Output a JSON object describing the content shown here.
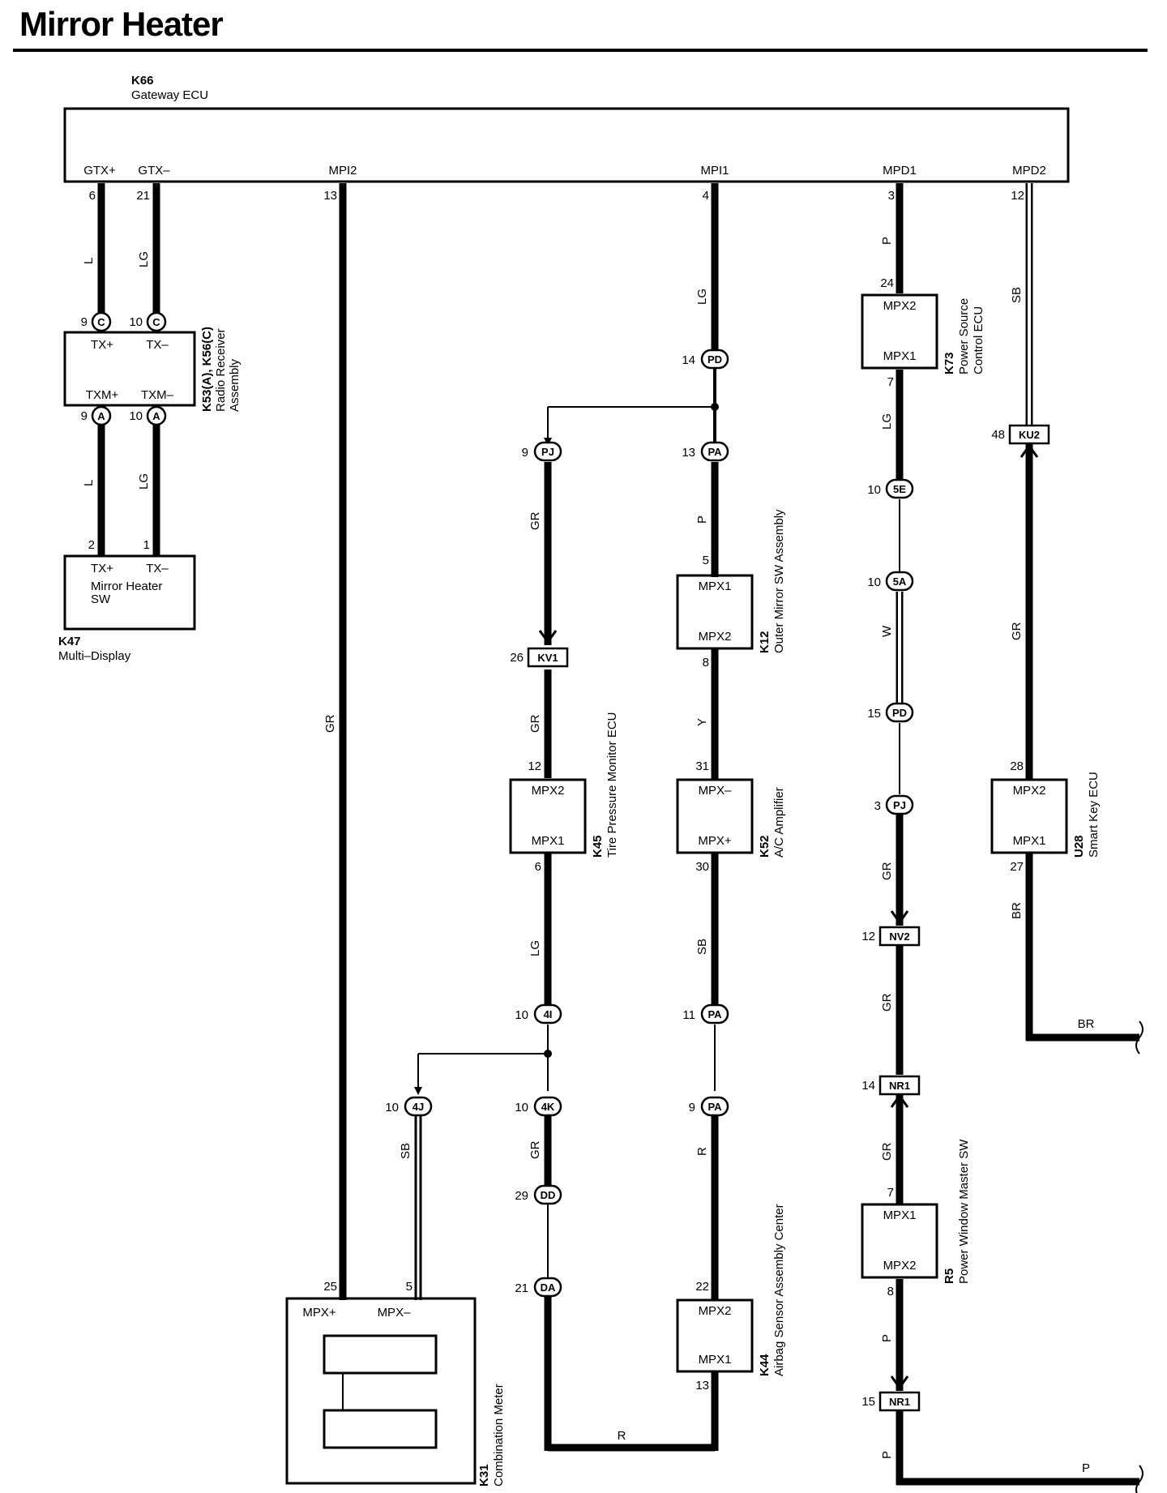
{
  "title": "Mirror Heater",
  "gateway": {
    "id": "K66",
    "name": "Gateway ECU",
    "terminals": [
      {
        "label": "GTX+",
        "pin": "6"
      },
      {
        "label": "GTX–",
        "pin": "21"
      },
      {
        "label": "MPI2",
        "pin": "13"
      },
      {
        "label": "MPI1",
        "pin": "4"
      },
      {
        "label": "MPD1",
        "pin": "3"
      },
      {
        "label": "MPD2",
        "pin": "12"
      }
    ]
  },
  "radio": {
    "id": "K53(A), K56(C)",
    "name1": "Radio Receiver",
    "name2": "Assembly",
    "t_tx_p": "TX+",
    "t_tx_m": "TX–",
    "t_txm_p": "TXM+",
    "t_txm_m": "TXM–"
  },
  "multidisplay": {
    "id": "K47",
    "name": "Multi–Display",
    "sw1": "Mirror Heater",
    "sw2": "SW",
    "t_tx_p": "TX+",
    "t_tx_m": "TX–"
  },
  "power_source": {
    "id": "K73",
    "name1": "Power Source",
    "name2": "Control ECU",
    "top": "MPX2",
    "bottom": "MPX1"
  },
  "outer_mirror": {
    "id": "K12",
    "name": "Outer Mirror SW Assembly",
    "top": "MPX1",
    "bottom": "MPX2"
  },
  "tire_pressure": {
    "id": "K45",
    "name": "Tire Pressure Monitor ECU",
    "top": "MPX2",
    "bottom": "MPX1"
  },
  "ac_amp": {
    "id": "K52",
    "name": "A/C Amplifier",
    "top": "MPX–",
    "bottom": "MPX+"
  },
  "smart_key": {
    "id": "U28",
    "name": "Smart Key ECU",
    "top": "MPX2",
    "bottom": "MPX1"
  },
  "power_window": {
    "id": "R5",
    "name": "Power Window Master SW",
    "top": "MPX1",
    "bottom": "MPX2"
  },
  "airbag": {
    "id": "K44",
    "name": "Airbag Sensor Assembly Center",
    "top": "MPX2",
    "bottom": "MPX1"
  },
  "combo_meter": {
    "id": "K31",
    "name": "Combination Meter",
    "t_mpx_p": "MPX+",
    "t_mpx_m": "MPX–"
  },
  "pins": {
    "p9": "9",
    "p10": "10",
    "p2": "2",
    "p1": "1",
    "p14": "14",
    "p13": "13",
    "p5": "5",
    "p8": "8",
    "p31": "31",
    "p30": "30",
    "p11": "11",
    "p22": "22",
    "p24": "24",
    "p7": "7",
    "p15": "15",
    "p3": "3",
    "p12": "12",
    "p48": "48",
    "p28": "28",
    "p27": "27",
    "p26": "26",
    "p6": "6",
    "p29": "29",
    "p21": "21",
    "p25": "25"
  },
  "connectors": {
    "C": "C",
    "A": "A",
    "PD": "PD",
    "PA": "PA",
    "PJ": "PJ",
    "KV1": "KV1",
    "I4": "4I",
    "K4": "4K",
    "J4": "4J",
    "DD": "DD",
    "DA": "DA",
    "E5": "5E",
    "A5": "5A",
    "NV2": "NV2",
    "NR1": "NR1",
    "KU2": "KU2"
  },
  "wire_colors": {
    "L": "L",
    "LG": "LG",
    "GR": "GR",
    "P": "P",
    "Y": "Y",
    "SB": "SB",
    "R": "R",
    "W": "W",
    "BR": "BR"
  }
}
